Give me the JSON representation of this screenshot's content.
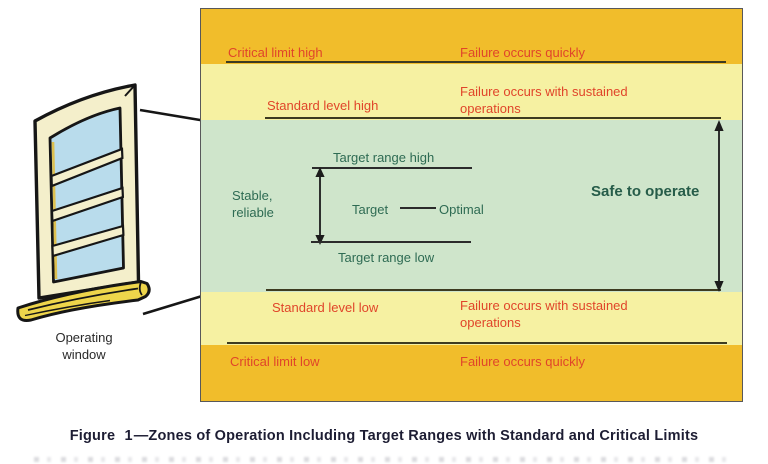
{
  "colors": {
    "band_critical": "#F1BD2B",
    "band_standard": "#F6F1A2",
    "band_safe": "#CFE5CB",
    "label_red": "#E0452A",
    "label_green": "#2E6B53",
    "boundary_line": "#3D3B20",
    "window_frame": "#F4EFCB",
    "window_pane": "#B9DCEC",
    "window_sill": "#EED54B"
  },
  "window_label": "Operating\nwindow",
  "diagram": {
    "bands": [
      {
        "id": "critical-high",
        "label": "Critical limit high",
        "consequence": "Failure occurs quickly"
      },
      {
        "id": "standard-high",
        "label": "Standard level high",
        "consequence": "Failure occurs with sustained operations"
      },
      {
        "id": "safe-zone",
        "label": "",
        "consequence": ""
      },
      {
        "id": "standard-low",
        "label": "Standard level low",
        "consequence": "Failure occurs with sustained operations"
      },
      {
        "id": "critical-low",
        "label": "Critical limit low",
        "consequence": "Failure occurs quickly"
      }
    ],
    "safe_zone": {
      "stable_label": "Stable,\nreliable",
      "target_range_high": "Target range high",
      "target_range_low": "Target range low",
      "target_label": "Target",
      "optimal_label": "Optimal",
      "safe_label": "Safe to operate"
    }
  },
  "caption": {
    "prefix": "Figure 1",
    "suffix": "—Zones of Operation Including Target Ranges with Standard and Critical Limits"
  }
}
